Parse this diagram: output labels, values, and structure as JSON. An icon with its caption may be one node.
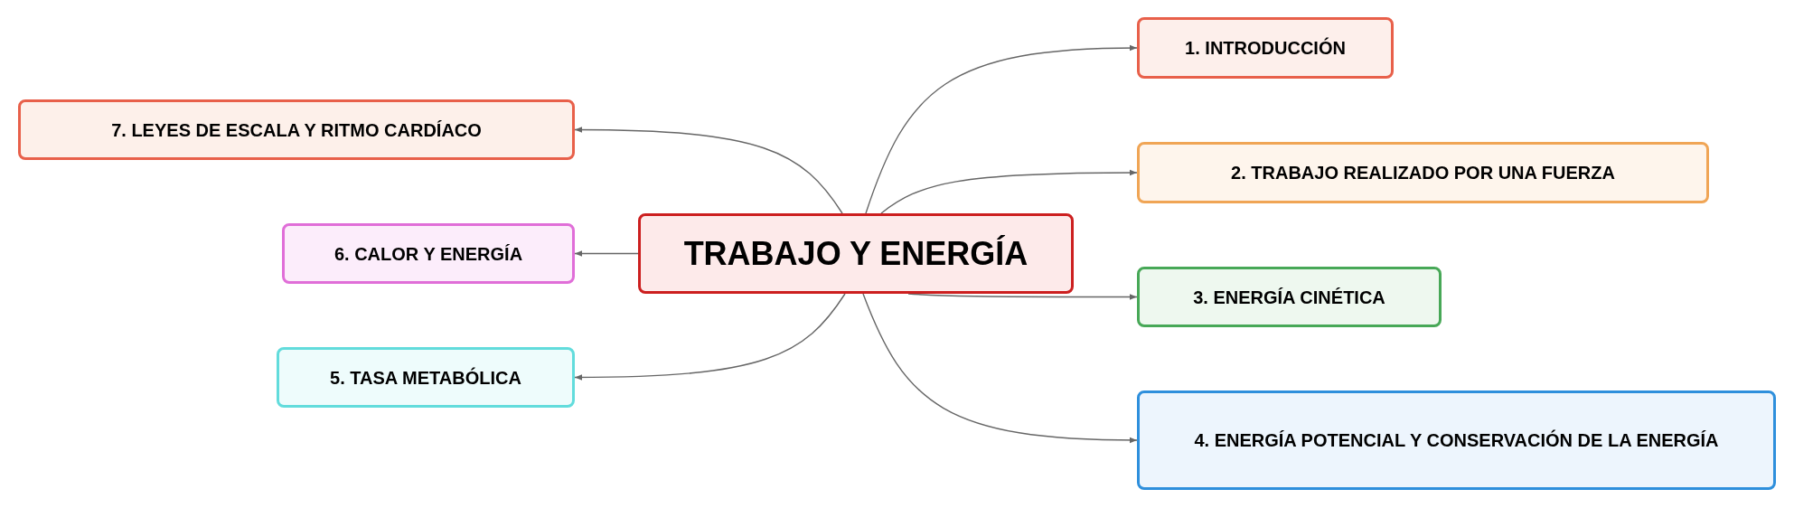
{
  "diagram": {
    "nodes": [
      {
        "text": [
          "TRABAJO Y ENERGÍA"
        ]
      },
      {
        "text": [
          "1. INTRODUCCIÓN"
        ]
      },
      {
        "text": [
          "2. TRABAJO REALIZADO POR UNA FUERZA"
        ]
      },
      {
        "text": [
          "3. ENERGÍA CINÉTICA"
        ]
      },
      {
        "text": [
          "4. ENERGÍA POTENCIAL Y CONSERVACIÓN DE LA ENERGÍA"
        ]
      },
      {
        "text": [
          "5. TASA METABÓLICA"
        ]
      },
      {
        "text": [
          "6. CALOR Y ENERGÍA"
        ]
      },
      {
        "text": [
          "7. LEYES DE ESCALA Y RITMO CARDÍACO"
        ]
      }
    ],
    "edges": [
      {
        "from": 0,
        "to": 1,
        "arrow": "to"
      },
      {
        "from": 0,
        "to": 2,
        "arrow": "to"
      },
      {
        "from": 0,
        "to": 3,
        "arrow": "to"
      },
      {
        "from": 0,
        "to": 4,
        "arrow": "to"
      },
      {
        "from": 0,
        "to": 5,
        "arrow": "to"
      },
      {
        "from": 0,
        "to": 6,
        "arrow": "to"
      },
      {
        "from": 0,
        "to": 7,
        "arrow": "to"
      }
    ]
  }
}
